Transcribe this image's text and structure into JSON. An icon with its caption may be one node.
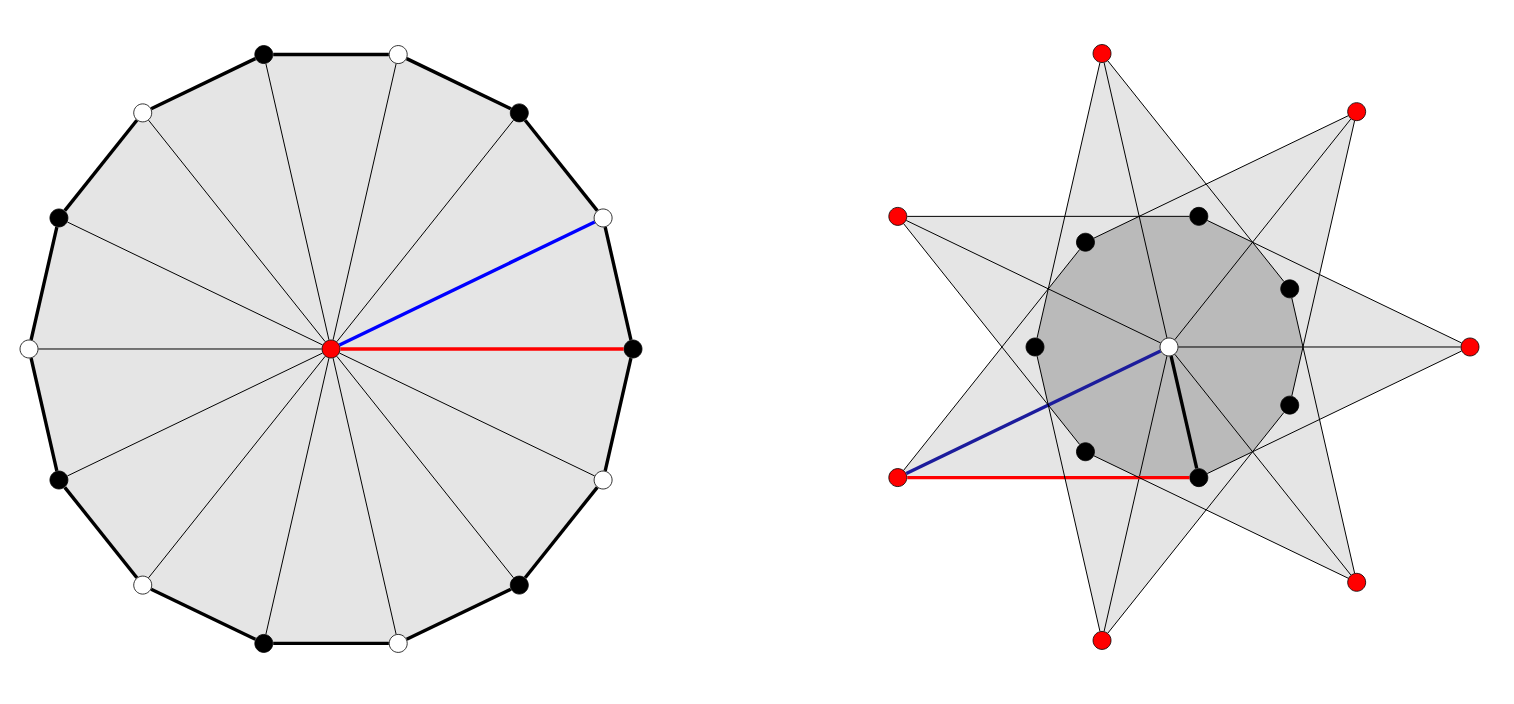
{
  "diagram": {
    "nodes": [
      {
        "text": [],
        "shape": "circle"
      },
      {
        "text": [],
        "shape": "circle"
      },
      {
        "text": [],
        "shape": "circle"
      },
      {
        "text": [],
        "shape": "circle"
      },
      {
        "text": [],
        "shape": "circle"
      },
      {
        "text": [],
        "shape": "circle"
      },
      {
        "text": [],
        "shape": "circle"
      },
      {
        "text": [],
        "shape": "circle"
      },
      {
        "text": [],
        "shape": "circle"
      },
      {
        "text": [],
        "shape": "circle"
      },
      {
        "text": [],
        "shape": "circle"
      },
      {
        "text": [],
        "shape": "circle"
      },
      {
        "text": [],
        "shape": "circle"
      },
      {
        "text": [],
        "shape": "circle"
      },
      {
        "text": [],
        "shape": "circle"
      },
      {
        "text": [],
        "shape": "circle"
      },
      {
        "text": [],
        "shape": "circle"
      },
      {
        "text": [],
        "shape": "circle"
      },
      {
        "text": [],
        "shape": "circle"
      },
      {
        "text": [],
        "shape": "circle"
      },
      {
        "text": [],
        "shape": "circle"
      },
      {
        "text": [],
        "shape": "circle"
      },
      {
        "text": [],
        "shape": "circle"
      },
      {
        "text": [],
        "shape": "circle"
      },
      {
        "text": [],
        "shape": "circle"
      },
      {
        "text": [],
        "shape": "circle"
      },
      {
        "text": [],
        "shape": "circle"
      },
      {
        "text": [],
        "shape": "circle"
      },
      {
        "text": [],
        "shape": "circle"
      },
      {
        "text": [],
        "shape": "circle"
      }
    ],
    "edges": [
      {
        "from": 0,
        "to": 1,
        "arrow": "none",
        "style": "thick",
        "color": "#ff0000"
      },
      {
        "from": 0,
        "to": 2,
        "arrow": "none",
        "style": "thick",
        "color": "#0000ff"
      },
      {
        "from": 0,
        "to": 3,
        "arrow": "none"
      },
      {
        "from": 0,
        "to": 4,
        "arrow": "none"
      },
      {
        "from": 0,
        "to": 5,
        "arrow": "none"
      },
      {
        "from": 0,
        "to": 6,
        "arrow": "none"
      },
      {
        "from": 0,
        "to": 7,
        "arrow": "none"
      },
      {
        "from": 0,
        "to": 8,
        "arrow": "none"
      },
      {
        "from": 0,
        "to": 9,
        "arrow": "none"
      },
      {
        "from": 0,
        "to": 10,
        "arrow": "none"
      },
      {
        "from": 0,
        "to": 11,
        "arrow": "none"
      },
      {
        "from": 0,
        "to": 12,
        "arrow": "none"
      },
      {
        "from": 0,
        "to": 13,
        "arrow": "none"
      },
      {
        "from": 0,
        "to": 14,
        "arrow": "none"
      },
      {
        "from": 1,
        "to": 2,
        "arrow": "none",
        "style": "thick"
      },
      {
        "from": 2,
        "to": 3,
        "arrow": "none",
        "style": "thick"
      },
      {
        "from": 3,
        "to": 4,
        "arrow": "none",
        "style": "thick"
      },
      {
        "from": 4,
        "to": 5,
        "arrow": "none",
        "style": "thick"
      },
      {
        "from": 5,
        "to": 6,
        "arrow": "none",
        "style": "thick"
      },
      {
        "from": 6,
        "to": 7,
        "arrow": "none",
        "style": "thick"
      },
      {
        "from": 7,
        "to": 8,
        "arrow": "none",
        "style": "thick"
      },
      {
        "from": 8,
        "to": 9,
        "arrow": "none",
        "style": "thick"
      },
      {
        "from": 9,
        "to": 10,
        "arrow": "none",
        "style": "thick"
      },
      {
        "from": 10,
        "to": 11,
        "arrow": "none",
        "style": "thick"
      },
      {
        "from": 11,
        "to": 12,
        "arrow": "none",
        "style": "thick"
      },
      {
        "from": 12,
        "to": 13,
        "arrow": "none",
        "style": "thick"
      },
      {
        "from": 13,
        "to": 14,
        "arrow": "none",
        "style": "thick"
      },
      {
        "from": 14,
        "to": 1,
        "arrow": "none",
        "style": "thick"
      },
      {
        "from": 15,
        "to": 16,
        "arrow": "none"
      },
      {
        "from": 15,
        "to": 17,
        "arrow": "none"
      },
      {
        "from": 15,
        "to": 18,
        "arrow": "none"
      },
      {
        "from": 15,
        "to": 19,
        "arrow": "none"
      },
      {
        "from": 15,
        "to": 20,
        "arrow": "none",
        "style": "thick",
        "color": "#1c1c9c"
      },
      {
        "from": 15,
        "to": 21,
        "arrow": "none"
      },
      {
        "from": 15,
        "to": 22,
        "arrow": "none"
      },
      {
        "from": 16,
        "to": 24,
        "arrow": "none"
      },
      {
        "from": 16,
        "to": 28,
        "arrow": "none"
      },
      {
        "from": 17,
        "to": 25,
        "arrow": "none"
      },
      {
        "from": 17,
        "to": 29,
        "arrow": "none"
      },
      {
        "from": 18,
        "to": 26,
        "arrow": "none"
      },
      {
        "from": 18,
        "to": 23,
        "arrow": "none"
      },
      {
        "from": 19,
        "to": 27,
        "arrow": "none"
      },
      {
        "from": 19,
        "to": 24,
        "arrow": "none"
      },
      {
        "from": 20,
        "to": 28,
        "arrow": "none",
        "style": "thick",
        "color": "#ff0000"
      },
      {
        "from": 20,
        "to": 25,
        "arrow": "none"
      },
      {
        "from": 21,
        "to": 29,
        "arrow": "none"
      },
      {
        "from": 21,
        "to": 26,
        "arrow": "none"
      },
      {
        "from": 22,
        "to": 23,
        "arrow": "none"
      },
      {
        "from": 22,
        "to": 27,
        "arrow": "none"
      },
      {
        "from": 15,
        "to": 28,
        "arrow": "none",
        "style": "thick"
      }
    ]
  }
}
